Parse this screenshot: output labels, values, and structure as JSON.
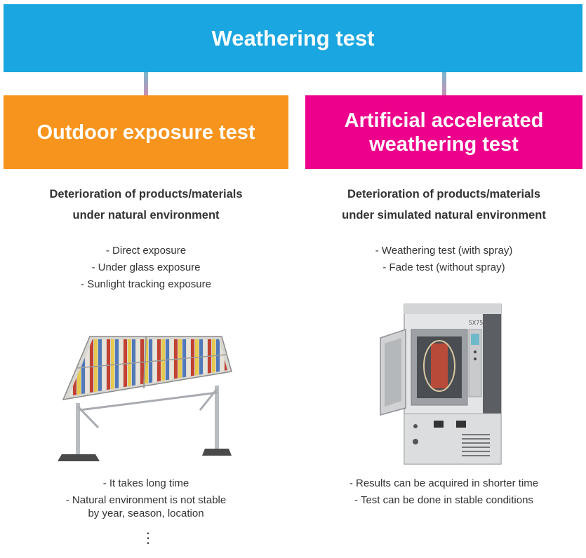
{
  "header": {
    "title": "Weathering test"
  },
  "colors": {
    "header": "#1aa6e0",
    "outdoor": "#f7941d",
    "artificial": "#ec008c"
  },
  "left": {
    "title": "Outdoor exposure test",
    "subtitle_line1": "Deterioration of products/materials",
    "subtitle_line2": "under natural environment",
    "methods": [
      "- Direct exposure",
      "- Under glass exposure",
      "- Sunlight tracking exposure"
    ],
    "notes": [
      "- It takes long time",
      "- Natural environment is not stable",
      "by year, season, location"
    ],
    "continuation": "⋮"
  },
  "right": {
    "title_line1": "Artificial accelerated",
    "title_line2": "weathering test",
    "subtitle_line1": "Deterioration of products/materials",
    "subtitle_line2": "under simulated natural environment",
    "methods": [
      "- Weathering test (with spray)",
      "- Fade test (without spray)"
    ],
    "notes": [
      "- Results can be acquired in shorter time",
      "- Test can be done in stable conditions"
    ],
    "chamber_brand": "SX75"
  }
}
